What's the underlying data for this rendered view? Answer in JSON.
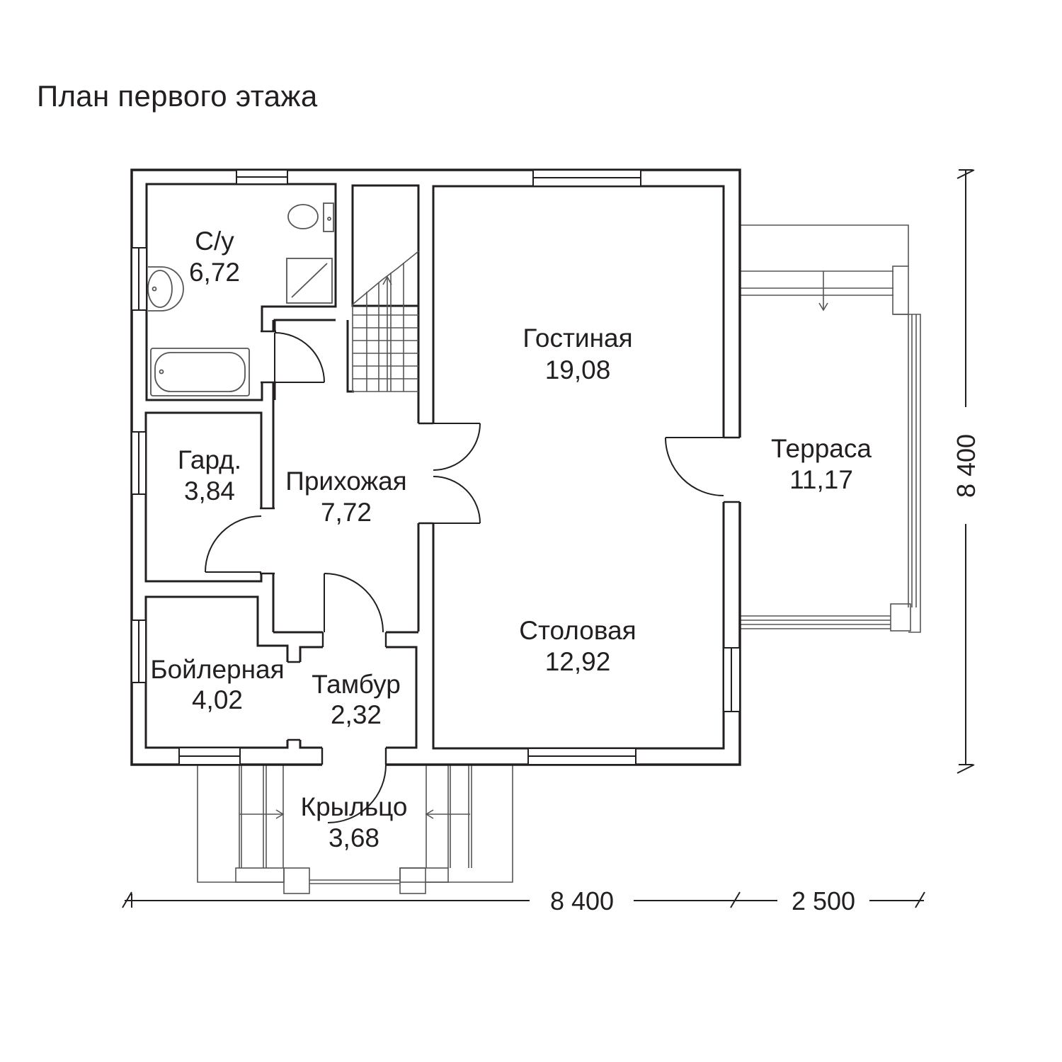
{
  "title": "План первого этажа",
  "rooms": [
    {
      "name": "С/у",
      "area": "6,72"
    },
    {
      "name": "Гостиная",
      "area": "19,08"
    },
    {
      "name": "Гард.",
      "area": "3,84"
    },
    {
      "name": "Прихожая",
      "area": "7,72"
    },
    {
      "name": "Терраса",
      "area": "11,17"
    },
    {
      "name": "Столовая",
      "area": "12,92"
    },
    {
      "name": "Бойлерная",
      "area": "4,02"
    },
    {
      "name": "Тамбур",
      "area": "2,32"
    },
    {
      "name": "Крыльцо",
      "area": "3,68"
    }
  ],
  "dimensions": {
    "house_width": "8 400",
    "terrace_width": "2 500",
    "house_depth": "8 400"
  },
  "colors": {
    "line": "#231f20",
    "thin_line": "#555555",
    "background": "#ffffff"
  }
}
